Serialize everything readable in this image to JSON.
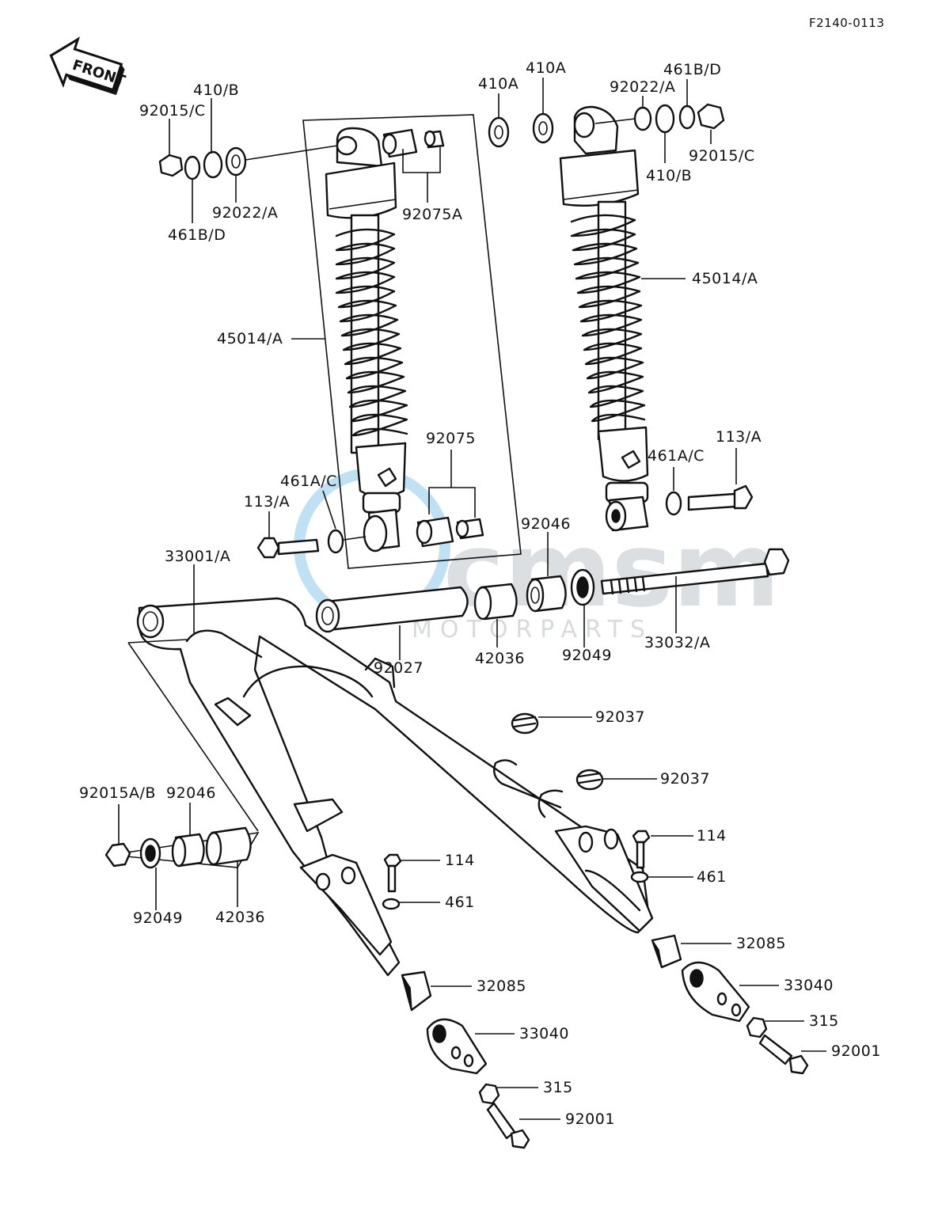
{
  "doc_code": "F2140-0113",
  "front_label": "FRONT",
  "watermark": {
    "logo": "cmsm",
    "text": "MOTORPARTS"
  },
  "labels": {
    "l_92015C_left": "92015/C",
    "l_410B_left": "410/B",
    "l_461BD_left": "461B/D",
    "l_92022A_left": "92022/A",
    "l_92075A": "92075A",
    "l_410A_1": "410A",
    "l_410A_2": "410A",
    "l_461BD_right": "461B/D",
    "l_92022A_right": "92022/A",
    "l_92015C_right": "92015/C",
    "l_410B_right": "410/B",
    "l_45014A_right": "45014/A",
    "l_45014A_left": "45014/A",
    "l_92075": "92075",
    "l_461AC_left": "461A/C",
    "l_113A_left": "113/A",
    "l_461AC_right": "461A/C",
    "l_113A_right": "113/A",
    "l_92046_top": "92046",
    "l_33001A": "33001/A",
    "l_92027": "92027",
    "l_42036_top": "42036",
    "l_92049_top": "92049",
    "l_33032A": "33032/A",
    "l_92037_1": "92037",
    "l_92037_2": "92037",
    "l_92015AB": "92015A/B",
    "l_92046_left": "92046",
    "l_92049_left": "92049",
    "l_42036_left": "42036",
    "l_114_right": "114",
    "l_461_right": "461",
    "l_114_left": "114",
    "l_461_left": "461",
    "l_32085_right": "32085",
    "l_33040_right": "33040",
    "l_315_right": "315",
    "l_92001_right": "92001",
    "l_32085_left": "32085",
    "l_33040_left": "33040",
    "l_315_left": "315",
    "l_92001_left": "92001"
  }
}
